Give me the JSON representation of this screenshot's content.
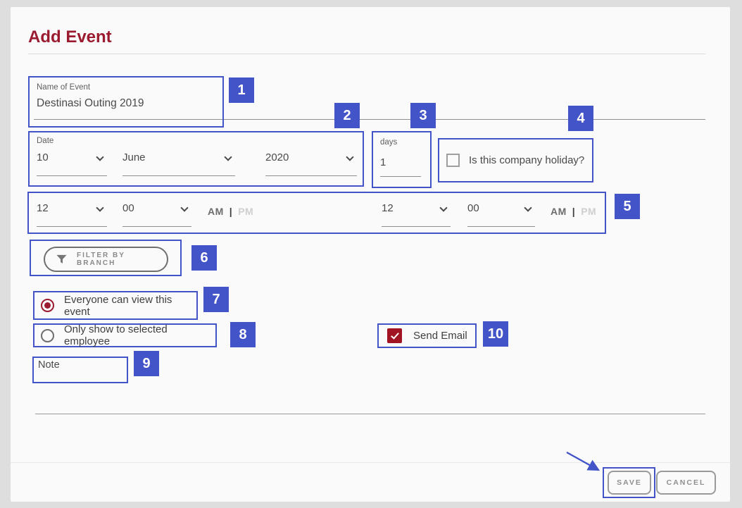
{
  "window": {
    "title": "Add Event"
  },
  "colors": {
    "accent": "#4353c8",
    "title_maroon": "#9b1b30",
    "checked_red": "#a01424"
  },
  "form": {
    "name": {
      "label": "Name of Event",
      "value": "Destinasi Outing 2019"
    },
    "date": {
      "label": "Date",
      "day": "10",
      "month": "June",
      "year": "2020"
    },
    "duration": {
      "label": "days",
      "value": "1"
    },
    "company_holiday": {
      "label": "Is this company holiday?",
      "checked": false
    },
    "start_time": {
      "hour": "12",
      "minute": "00",
      "am_label": "AM",
      "pm_label": "PM",
      "selected": "AM"
    },
    "end_time": {
      "hour": "12",
      "minute": "00",
      "am_label": "AM",
      "pm_label": "PM",
      "selected": "AM"
    },
    "filter_button": {
      "label": "FILTER BY BRANCH"
    },
    "visibility": {
      "option_everyone": "Everyone can view this event",
      "option_selected": "Only show to selected employee",
      "selected": "option_everyone"
    },
    "note": {
      "label": "Note",
      "value": ""
    },
    "send_email": {
      "label": "Send Email",
      "checked": true
    }
  },
  "annotations": {
    "labels": [
      "1",
      "2",
      "3",
      "4",
      "5",
      "6",
      "7",
      "8",
      "9",
      "10"
    ]
  },
  "footer": {
    "save_label": "SAVE",
    "cancel_label": "CANCEL"
  }
}
